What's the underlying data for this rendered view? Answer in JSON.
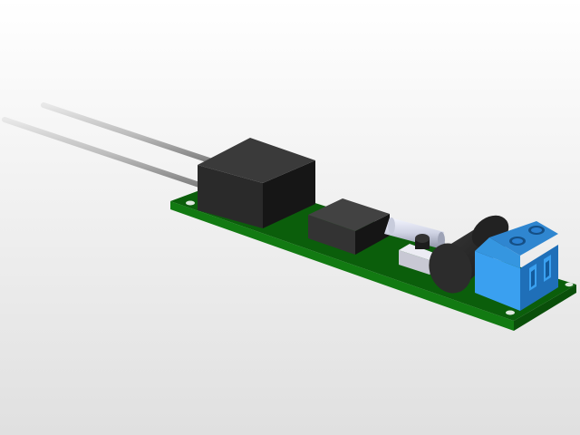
{
  "scene": {
    "kind": "3d-cad-render",
    "subject": "pcb-module",
    "colors": {
      "background_top": "#ffffff",
      "background_bottom": "#e0e0e0",
      "pcb_top": "#0b5e0b",
      "pcb_edge": "#127a12",
      "pcb_edge_dark": "#0a4f0a",
      "component_dark": "#2a2a2a",
      "component_darker": "#161616",
      "component_top": "#3a3a3a",
      "terminal_blue": "#3aa0f0",
      "terminal_blue_dark": "#1f6fb8",
      "terminal_blue_top": "#2f86d0",
      "pin_silver": "#bdbdbd",
      "resistor_body": "#dde0ec",
      "switch_body": "#e8e8f2"
    },
    "components": [
      {
        "name": "pcb-board",
        "icon": "circuit-board"
      },
      {
        "name": "wire-leads",
        "icon": "lead-pins",
        "count": 2
      },
      {
        "name": "relay-block",
        "icon": "black-box"
      },
      {
        "name": "ic-chip",
        "icon": "black-box"
      },
      {
        "name": "resistor",
        "icon": "cylinder"
      },
      {
        "name": "tactile-switch",
        "icon": "push-button"
      },
      {
        "name": "electrolytic-capacitor",
        "icon": "cylinder"
      },
      {
        "name": "screw-terminal",
        "icon": "terminal-block",
        "screws": 2
      }
    ]
  }
}
